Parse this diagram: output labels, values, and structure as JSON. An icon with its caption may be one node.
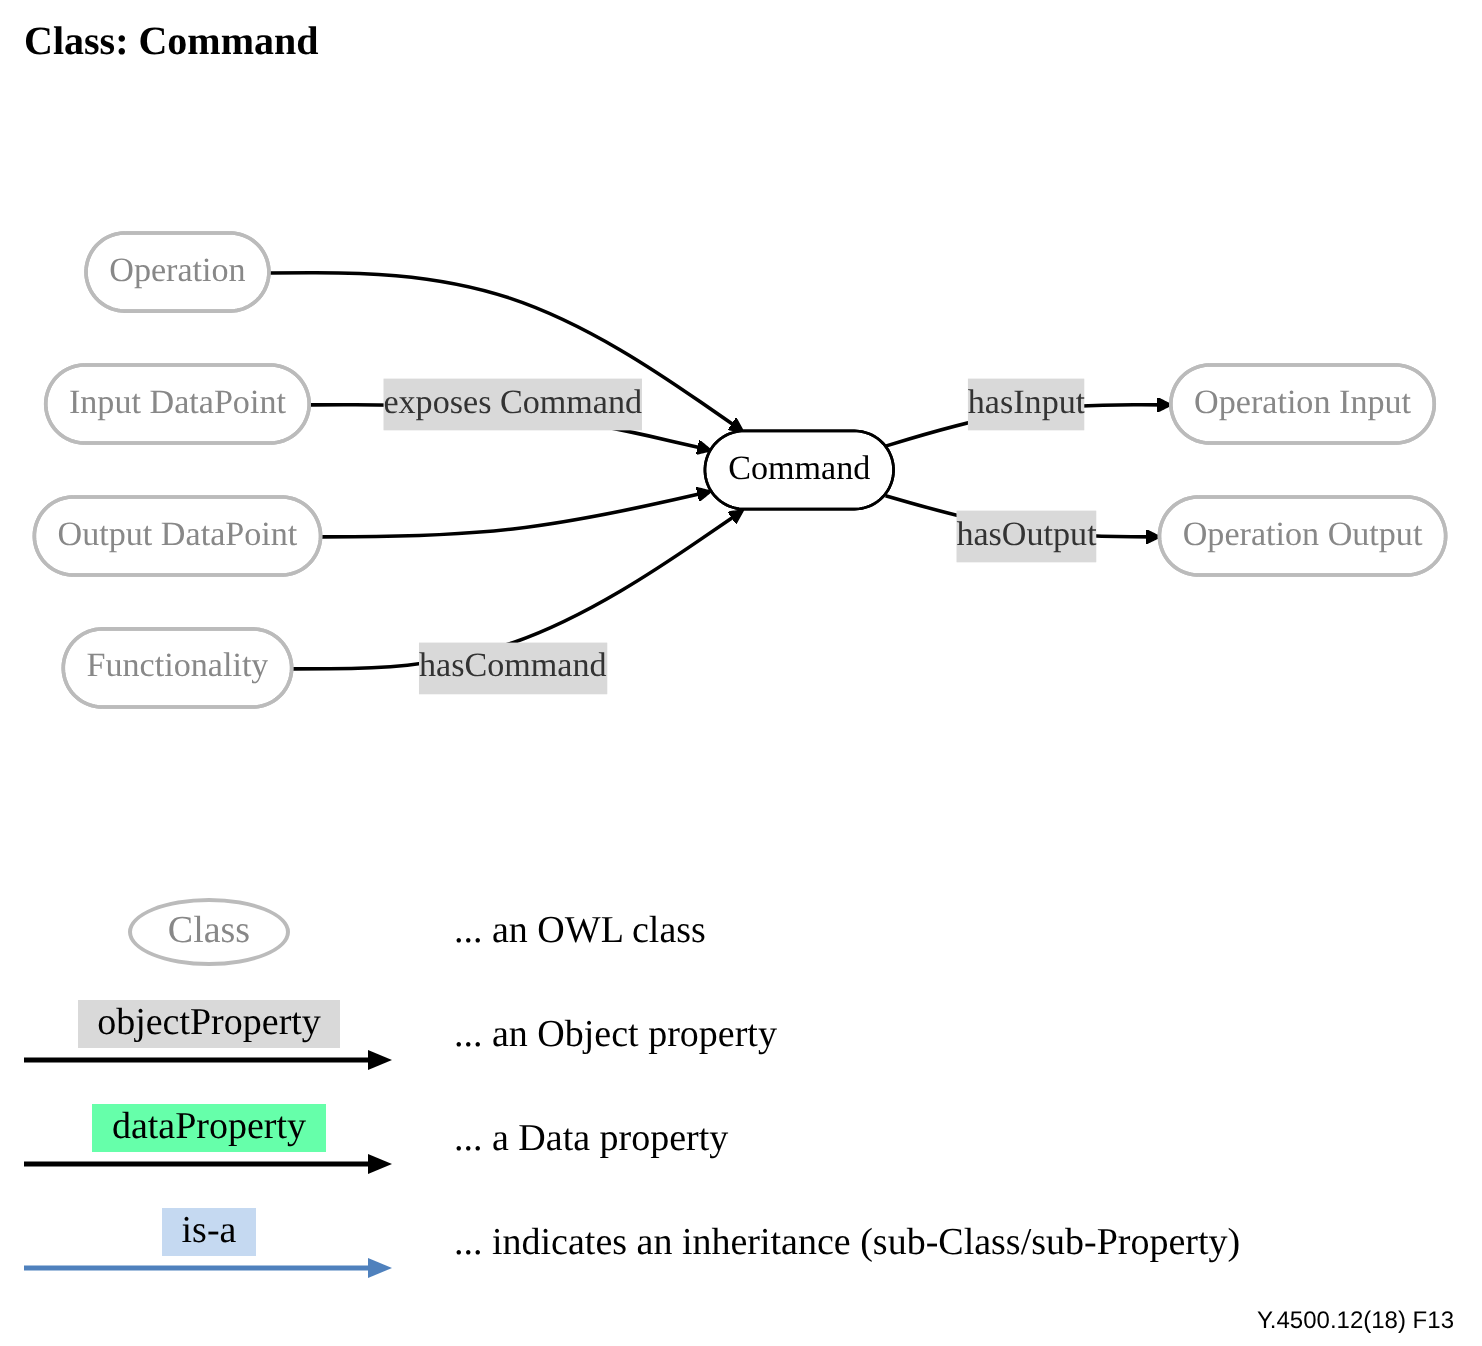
{
  "diagram": {
    "title": "Class: Command",
    "nodes": [
      {
        "text": [
          "Operation"
        ]
      },
      {
        "text": [
          "Input DataPoint"
        ]
      },
      {
        "text": [
          "Output DataPoint"
        ]
      },
      {
        "text": [
          "Functionality"
        ]
      },
      {
        "text": [
          "Command"
        ]
      },
      {
        "text": [
          "Operation Input"
        ]
      },
      {
        "text": [
          "Operation Output"
        ]
      }
    ],
    "edges": [
      {
        "from": 0,
        "to": 4,
        "arrow": "to"
      },
      {
        "from": 1,
        "to": 4,
        "arrow": "to",
        "label": "exposes Command"
      },
      {
        "from": 2,
        "to": 4,
        "arrow": "to"
      },
      {
        "from": 3,
        "to": 4,
        "arrow": "to",
        "label": "hasCommand"
      },
      {
        "from": 4,
        "to": 5,
        "arrow": "to",
        "label": "hasInput"
      },
      {
        "from": 4,
        "to": 6,
        "arrow": "to",
        "label": "hasOutput"
      }
    ],
    "labels": [
      "Class",
      "objectProperty",
      "dataProperty",
      "is-a",
      "Y.4500.12(18)  F13"
    ],
    "legend": [
      {
        "text": "... an OWL class"
      },
      {
        "text": "... an Object property"
      },
      {
        "text": "... a Data property"
      },
      {
        "text": "... indicates an inheritance (sub-Class/sub-Property)"
      }
    ]
  }
}
